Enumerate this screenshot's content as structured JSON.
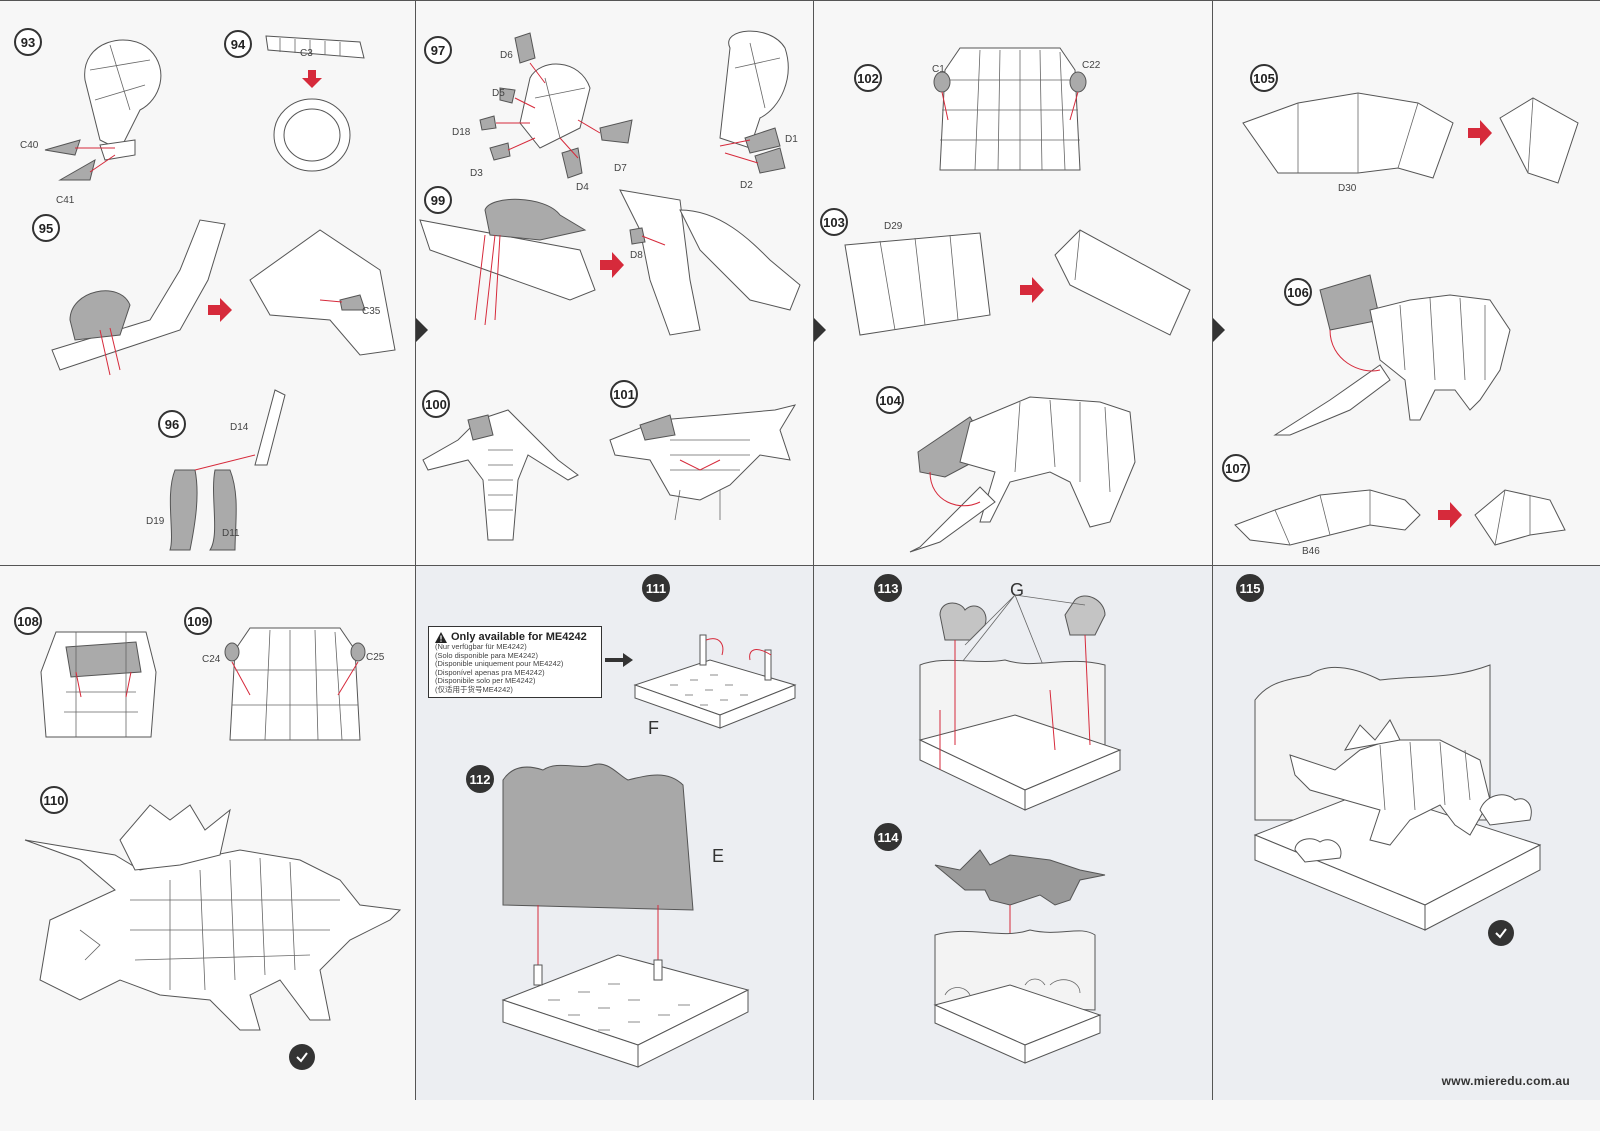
{
  "steps": {
    "s93": "93",
    "s94": "94",
    "s95": "95",
    "s96": "96",
    "s97": "97",
    "s99": "99",
    "s100": "100",
    "s101": "101",
    "s102": "102",
    "s103": "103",
    "s104": "104",
    "s105": "105",
    "s106": "106",
    "s107": "107",
    "s108": "108",
    "s109": "109",
    "s110": "110",
    "s111": "111",
    "s112": "112",
    "s113": "113",
    "s114": "114",
    "s115": "115"
  },
  "parts": {
    "C40": "C40",
    "C41": "C41",
    "C3": "C3",
    "C35": "C35",
    "D14": "D14",
    "D19": "D19",
    "D11": "D11",
    "D6": "D6",
    "D5": "D5",
    "D18": "D18",
    "D3": "D3",
    "D4": "D4",
    "D7": "D7",
    "D1": "D1",
    "D2": "D2",
    "D8": "D8",
    "C1": "C1",
    "C22": "C22",
    "D29": "D29",
    "D30": "D30",
    "B46": "B46",
    "C24": "C24",
    "C25": "C25",
    "F": "F",
    "E": "E",
    "G": "G"
  },
  "notice": {
    "title": "Only available for ME4242",
    "lines": [
      "(Nur verfügbar für ME4242)",
      "(Solo disponible para ME4242)",
      "(Disponible uniquement pour ME4242)",
      "(Disponível apenas pra ME4242)",
      "(Disponibile solo per ME4242)",
      "(仅适用于货号ME4242)"
    ]
  },
  "footer": {
    "url": "www.mieredu.com.au"
  },
  "colors": {
    "accent_red": "#d62a3b",
    "part_gray": "#aaaaaa",
    "line_dark": "#333333"
  }
}
